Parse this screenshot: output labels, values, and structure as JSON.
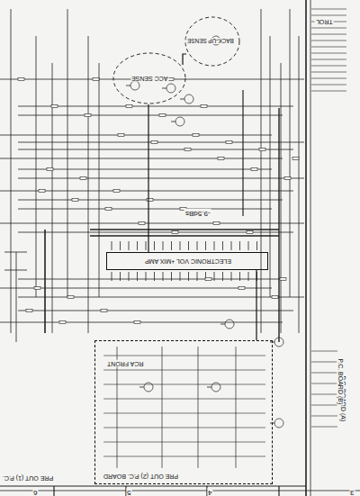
{
  "diagram": {
    "nodes": [
      {
        "text": [
          "ELECTRONIC VOL +MIX AMP"
        ]
      },
      {
        "text": [
          "PRE OUT (2) P.C. BOARD"
        ]
      },
      {
        "text": [
          "ACC SENSE"
        ]
      },
      {
        "text": [
          "BACK-UP SENSE"
        ]
      },
      {
        "text": [
          "P.C. BOARD (A)"
        ]
      }
    ],
    "edges": [
      {
        "from": 0,
        "to": 1,
        "arrow": "none"
      },
      {
        "from": 2,
        "to": 0,
        "arrow": "none"
      },
      {
        "from": 3,
        "to": 2,
        "arrow": "none"
      }
    ],
    "labels": [
      "-9.5dBs",
      "RCA FRONT",
      "PRE OUT (1) P.C.",
      "P.C. BOARD (B)",
      "TROL",
      "6",
      "5",
      "4",
      "3"
    ]
  }
}
